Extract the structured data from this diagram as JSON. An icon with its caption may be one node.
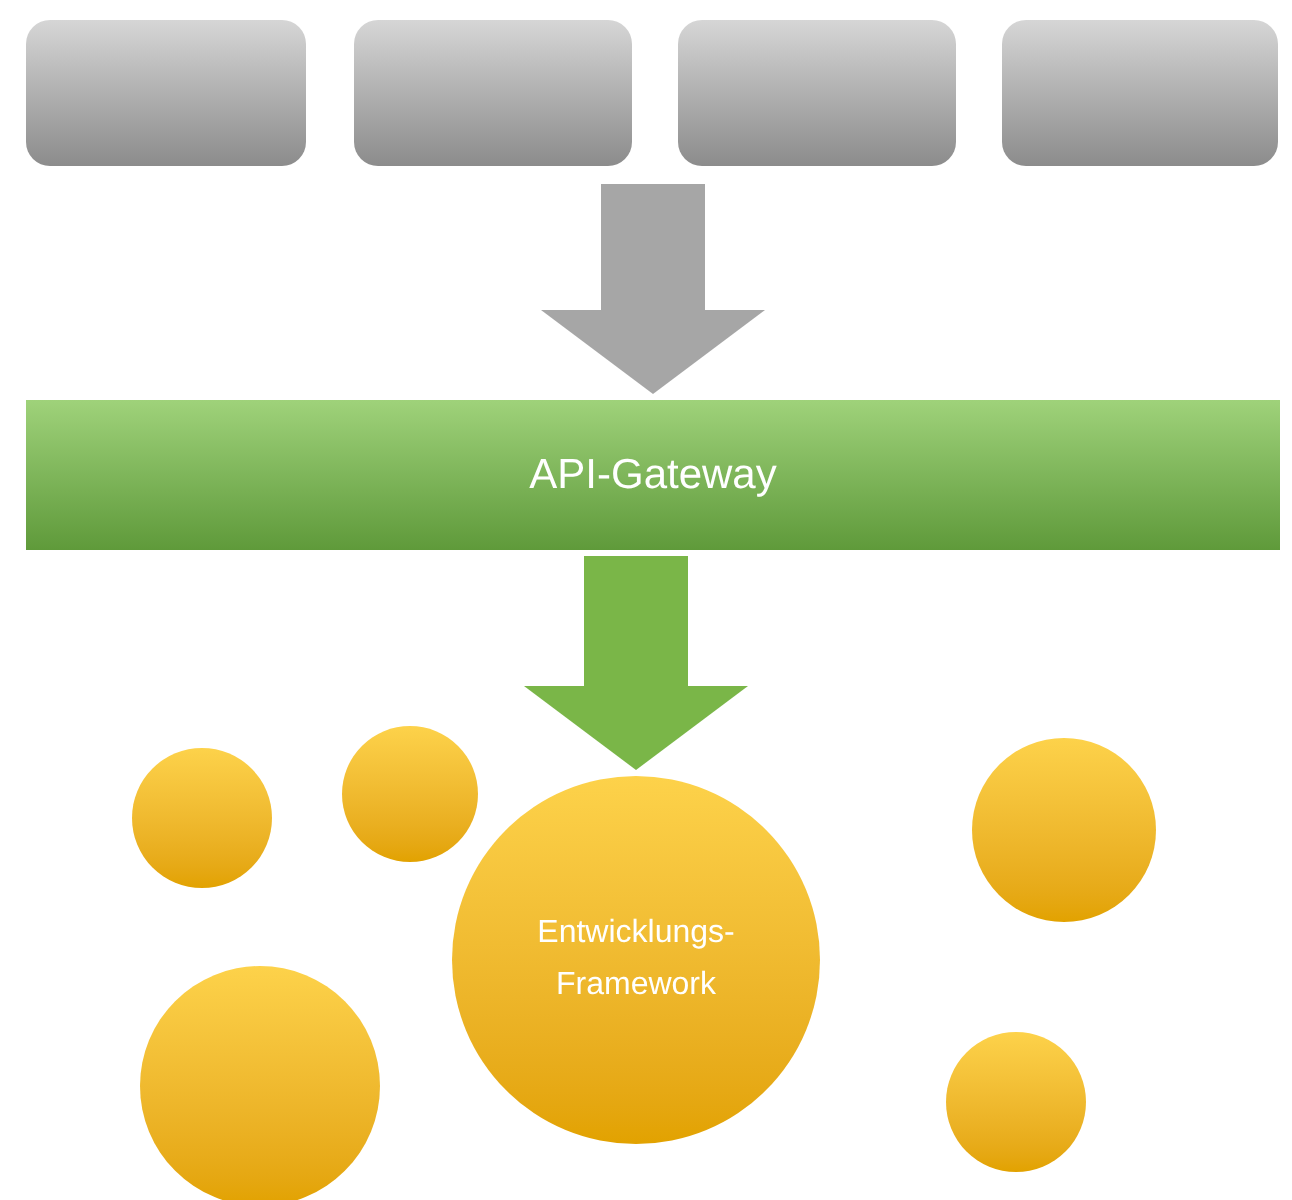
{
  "diagram": {
    "nodes": [
      {
        "text": [],
        "shape": "box"
      },
      {
        "text": [],
        "shape": "box"
      },
      {
        "text": [],
        "shape": "box"
      },
      {
        "text": [],
        "shape": "box"
      },
      {
        "text": [
          "API-Gateway"
        ]
      },
      {
        "text": [],
        "shape": "circle"
      },
      {
        "text": [],
        "shape": "circle"
      },
      {
        "text": [],
        "shape": "circle"
      },
      {
        "text": [
          "Entwicklungs- Framework"
        ]
      },
      {
        "text": [],
        "shape": "circle"
      },
      {
        "text": [],
        "shape": "circle"
      }
    ],
    "edges": [
      {
        "from": null,
        "to": 4,
        "arrow": "to"
      },
      {
        "from": 4,
        "to": 8,
        "arrow": "to",
        "color": "#7ab648"
      }
    ]
  }
}
